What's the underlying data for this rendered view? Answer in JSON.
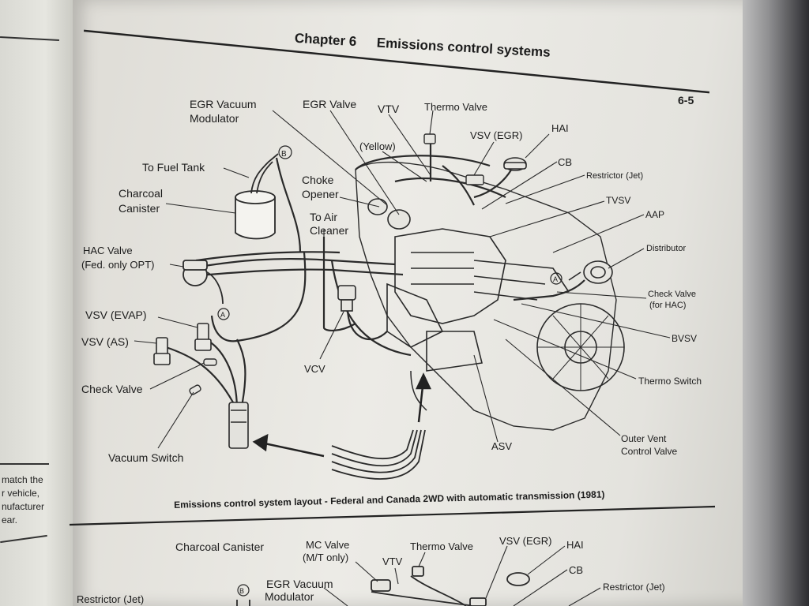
{
  "header": {
    "chapter": "Chapter 6",
    "title": "Emissions control systems",
    "page_number": "6-5"
  },
  "left_page_text": [
    "match the",
    "r vehicle,",
    "nufacturer",
    "ear."
  ],
  "diagram_top": {
    "labels": {
      "egr_vacuum_modulator_1": "EGR Vacuum",
      "egr_vacuum_modulator_2": "Modulator",
      "egr_valve": "EGR Valve",
      "vtv": "VTV",
      "thermo_valve": "Thermo Valve",
      "yellow": "(Yellow)",
      "vsv_egr": "VSV (EGR)",
      "hai": "HAI",
      "cb": "CB",
      "restrictor_jet": "Restrictor (Jet)",
      "tvsv": "TVSV",
      "aap": "AAP",
      "distributor": "Distributor",
      "check_valve_hac_1": "Check Valve",
      "check_valve_hac_2": "(for HAC)",
      "bvsv": "BVSV",
      "thermo_switch": "Thermo Switch",
      "outer_vent_1": "Outer Vent",
      "outer_vent_2": "Control Valve",
      "asv": "ASV",
      "vcv": "VCV",
      "vacuum_switch": "Vacuum Switch",
      "check_valve": "Check Valve",
      "vsv_as": "VSV (AS)",
      "vsv_evap": "VSV (EVAP)",
      "hac_valve_1": "HAC Valve",
      "hac_valve_2": "(Fed. only OPT)",
      "to_fuel_tank": "To Fuel Tank",
      "charcoal_canister_1": "Charcoal",
      "charcoal_canister_2": "Canister",
      "choke_opener_1": "Choke",
      "choke_opener_2": "Opener",
      "to_air_cleaner_1": "To Air",
      "to_air_cleaner_2": "Cleaner",
      "marker_a": "A",
      "marker_b": "B"
    },
    "caption": "Emissions control system layout - Federal and Canada 2WD with automatic transmission (1981)"
  },
  "diagram_bottom": {
    "labels": {
      "charcoal_canister": "Charcoal Canister",
      "mc_valve_1": "MC Valve",
      "mc_valve_2": "(M/T only)",
      "thermo_valve": "Thermo Valve",
      "vsv_egr": "VSV (EGR)",
      "hai": "HAI",
      "vtv": "VTV",
      "cb": "CB",
      "egr_vacuum_modulator_1": "EGR Vacuum",
      "egr_vacuum_modulator_2": "Modulator",
      "restrictor_jet_left": "Restrictor (Jet)",
      "restrictor_jet_right": "Restrictor (Jet)",
      "marker_b": "B"
    }
  }
}
